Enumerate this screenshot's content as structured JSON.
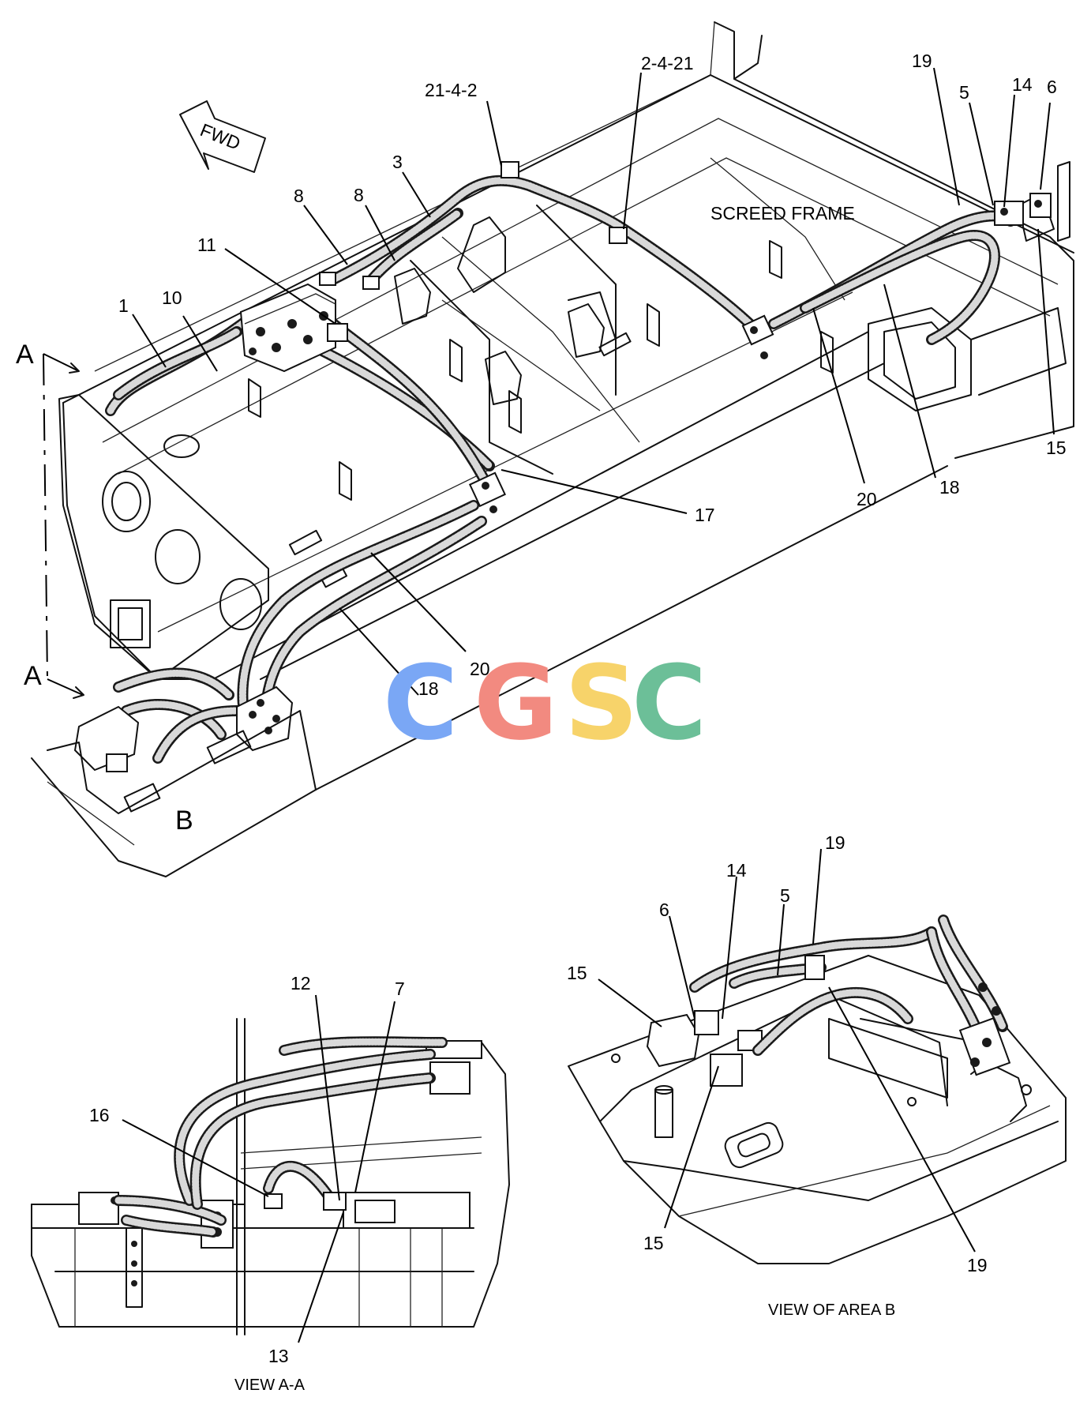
{
  "labels": {
    "fwd": "FWD",
    "screed_frame": "SCREED FRAME",
    "view_aa": "VIEW  A-A",
    "view_area_b": "VIEW OF AREA  B",
    "section_a_top": "A",
    "section_a_bottom": "A",
    "area_b": "B"
  },
  "callouts_main": [
    "21-4-2",
    "2-4-21",
    "19",
    "5",
    "14",
    "6",
    "3",
    "8",
    "8",
    "11",
    "1",
    "10",
    "17",
    "15",
    "20",
    "18",
    "20",
    "18"
  ],
  "callouts_view_aa": [
    "12",
    "7",
    "16",
    "13"
  ],
  "callouts_view_b": [
    "19",
    "14",
    "5",
    "6",
    "15",
    "15",
    "19"
  ],
  "watermark": {
    "letters": [
      "C",
      "G",
      "S",
      "C"
    ],
    "colors": [
      "#7aa7f5",
      "#f28a80",
      "#f7d36a",
      "#6cbf98"
    ]
  }
}
